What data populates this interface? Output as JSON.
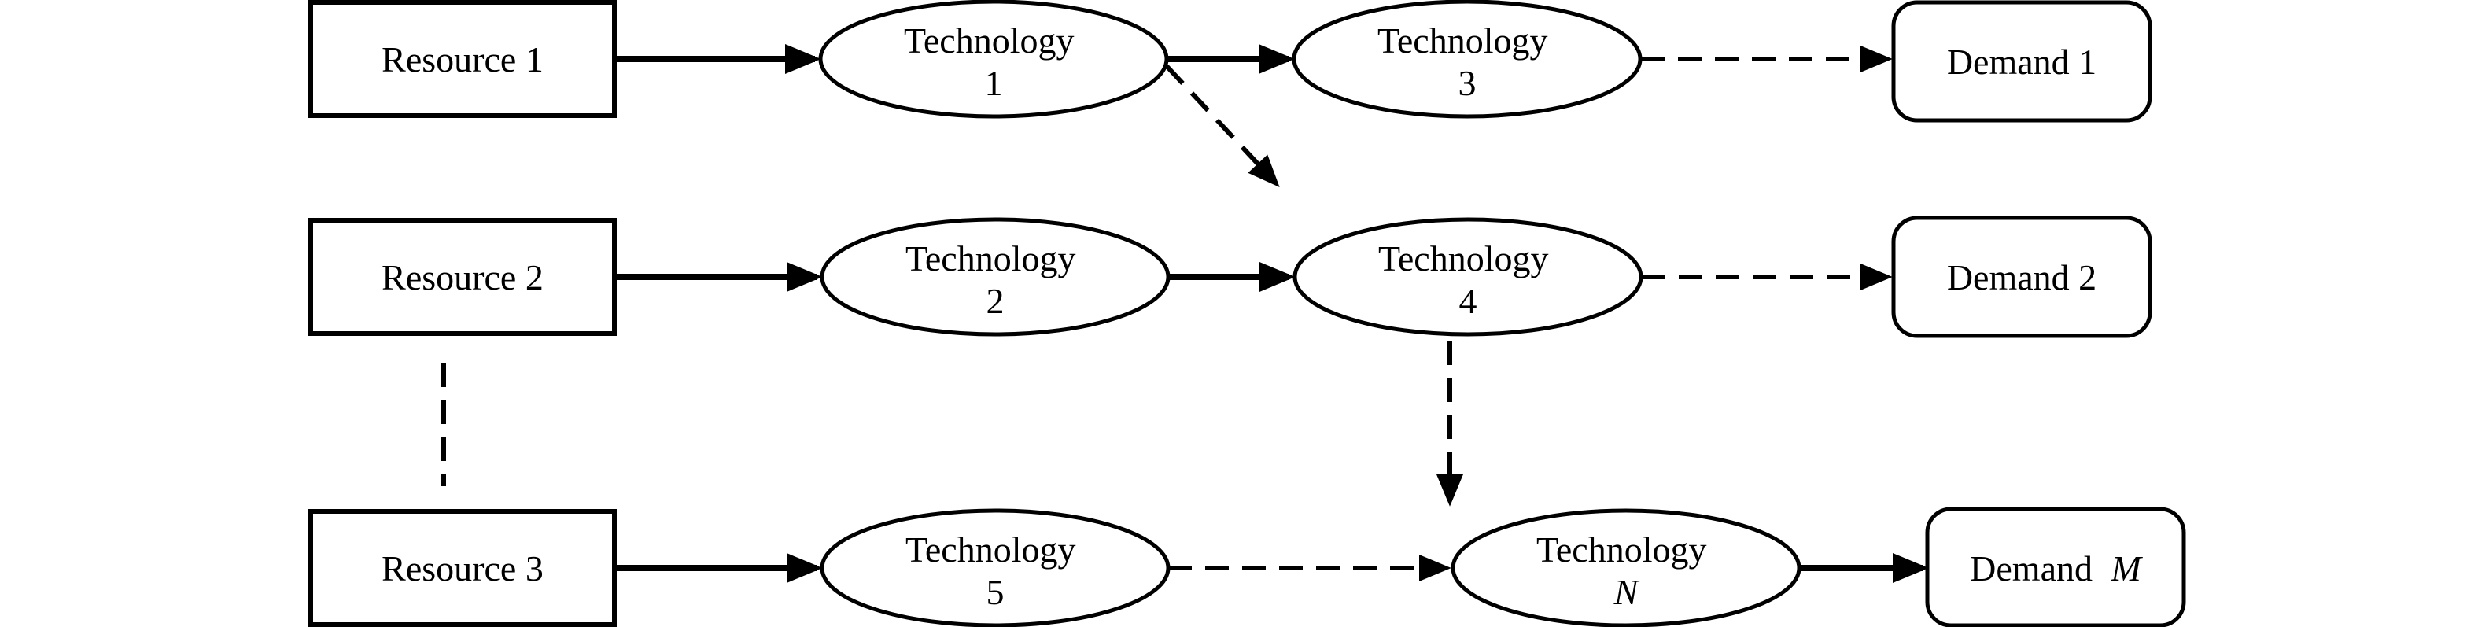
{
  "figure": {
    "background_color": "#ffffff",
    "stroke_color": "#000000",
    "nodes": {
      "resource1": {
        "label": "Resource 1",
        "shape": "rectangle"
      },
      "resource2": {
        "label": "Resource 2",
        "shape": "rectangle"
      },
      "resource3": {
        "label": "Resource 3",
        "shape": "rectangle"
      },
      "technology1": {
        "line1": "Technology",
        "line2": "1",
        "shape": "ellipse"
      },
      "technology2": {
        "line1": "Technology",
        "line2": "2",
        "shape": "ellipse"
      },
      "technology3": {
        "line1": "Technology",
        "line2": "3",
        "shape": "ellipse"
      },
      "technology4": {
        "line1": "Technology",
        "line2": "4",
        "shape": "ellipse"
      },
      "technology5": {
        "line1": "Technology",
        "line2": "5",
        "shape": "ellipse"
      },
      "technologyN": {
        "line1": "Technology",
        "line2": "N",
        "shape": "ellipse"
      },
      "demand1": {
        "label": "Demand 1",
        "shape": "rounded-rectangle"
      },
      "demand2": {
        "label": "Demand 2",
        "shape": "rounded-rectangle"
      },
      "demandM": {
        "label_word": "Demand",
        "label_var": "M",
        "shape": "rounded-rectangle"
      }
    },
    "edges": [
      {
        "from": "resource1",
        "to": "technology1",
        "style": "solid-arrow"
      },
      {
        "from": "resource2",
        "to": "technology2",
        "style": "solid-arrow"
      },
      {
        "from": "resource3",
        "to": "technology5",
        "style": "solid-arrow"
      },
      {
        "from": "technology1",
        "to": "technology3",
        "style": "solid-arrow"
      },
      {
        "from": "technology2",
        "to": "technology4",
        "style": "solid-arrow"
      },
      {
        "from": "technologyN",
        "to": "demandM",
        "style": "solid-arrow"
      },
      {
        "from": "technology1",
        "to": "technology4",
        "style": "dashed-arrow"
      },
      {
        "from": "technology3",
        "to": "demand1",
        "style": "dashed-arrow"
      },
      {
        "from": "technology4",
        "to": "demand2",
        "style": "dashed-arrow"
      },
      {
        "from": "technology4",
        "to": "technologyN",
        "style": "dashed-arrow"
      },
      {
        "from": "technology5",
        "to": "technologyN",
        "style": "dashed-arrow"
      },
      {
        "from": "resource2",
        "to": "resource3",
        "style": "dashed-line-no-arrow"
      }
    ]
  }
}
